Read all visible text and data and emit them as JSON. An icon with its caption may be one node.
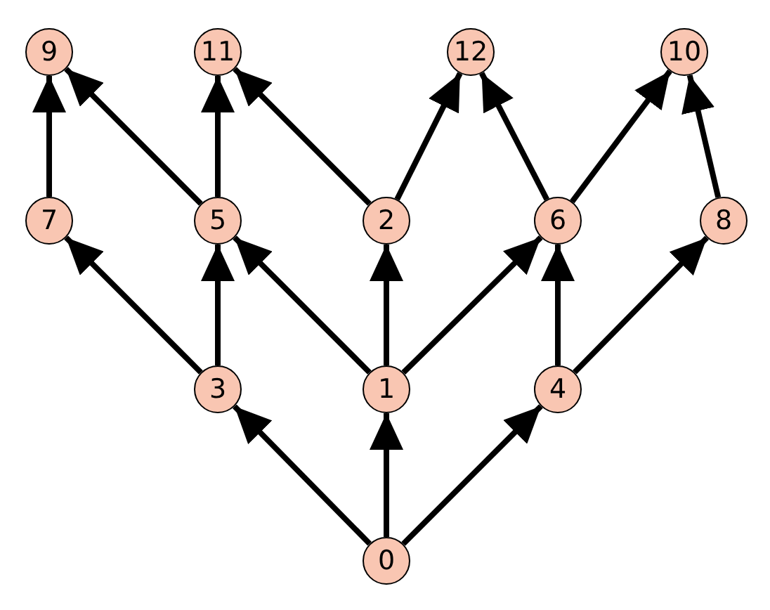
{
  "diagram": {
    "nodes": [
      {
        "text": [
          "9"
        ]
      },
      {
        "text": [
          "11"
        ]
      },
      {
        "text": [
          "12"
        ]
      },
      {
        "text": [
          "10"
        ]
      },
      {
        "text": [
          "7"
        ]
      },
      {
        "text": [
          "5"
        ]
      },
      {
        "text": [
          "2"
        ]
      },
      {
        "text": [
          "6"
        ]
      },
      {
        "text": [
          "8"
        ]
      },
      {
        "text": [
          "3"
        ]
      },
      {
        "text": [
          "1"
        ]
      },
      {
        "text": [
          "4"
        ]
      },
      {
        "text": [
          "0"
        ]
      }
    ],
    "edges": [
      {
        "from": 12,
        "to": 9,
        "arrow": "to"
      },
      {
        "from": 12,
        "to": 10,
        "arrow": "to"
      },
      {
        "from": 12,
        "to": 11,
        "arrow": "to"
      },
      {
        "from": 9,
        "to": 4,
        "arrow": "to"
      },
      {
        "from": 9,
        "to": 5,
        "arrow": "to"
      },
      {
        "from": 10,
        "to": 5,
        "arrow": "to"
      },
      {
        "from": 10,
        "to": 6,
        "arrow": "to"
      },
      {
        "from": 10,
        "to": 7,
        "arrow": "to"
      },
      {
        "from": 11,
        "to": 7,
        "arrow": "to"
      },
      {
        "from": 11,
        "to": 8,
        "arrow": "to"
      },
      {
        "from": 4,
        "to": 0,
        "arrow": "to"
      },
      {
        "from": 5,
        "to": 0,
        "arrow": "to"
      },
      {
        "from": 5,
        "to": 1,
        "arrow": "to"
      },
      {
        "from": 6,
        "to": 1,
        "arrow": "to"
      },
      {
        "from": 6,
        "to": 2,
        "arrow": "to"
      },
      {
        "from": 7,
        "to": 2,
        "arrow": "to"
      },
      {
        "from": 7,
        "to": 3,
        "arrow": "to"
      },
      {
        "from": 8,
        "to": 3,
        "arrow": "to"
      }
    ]
  }
}
